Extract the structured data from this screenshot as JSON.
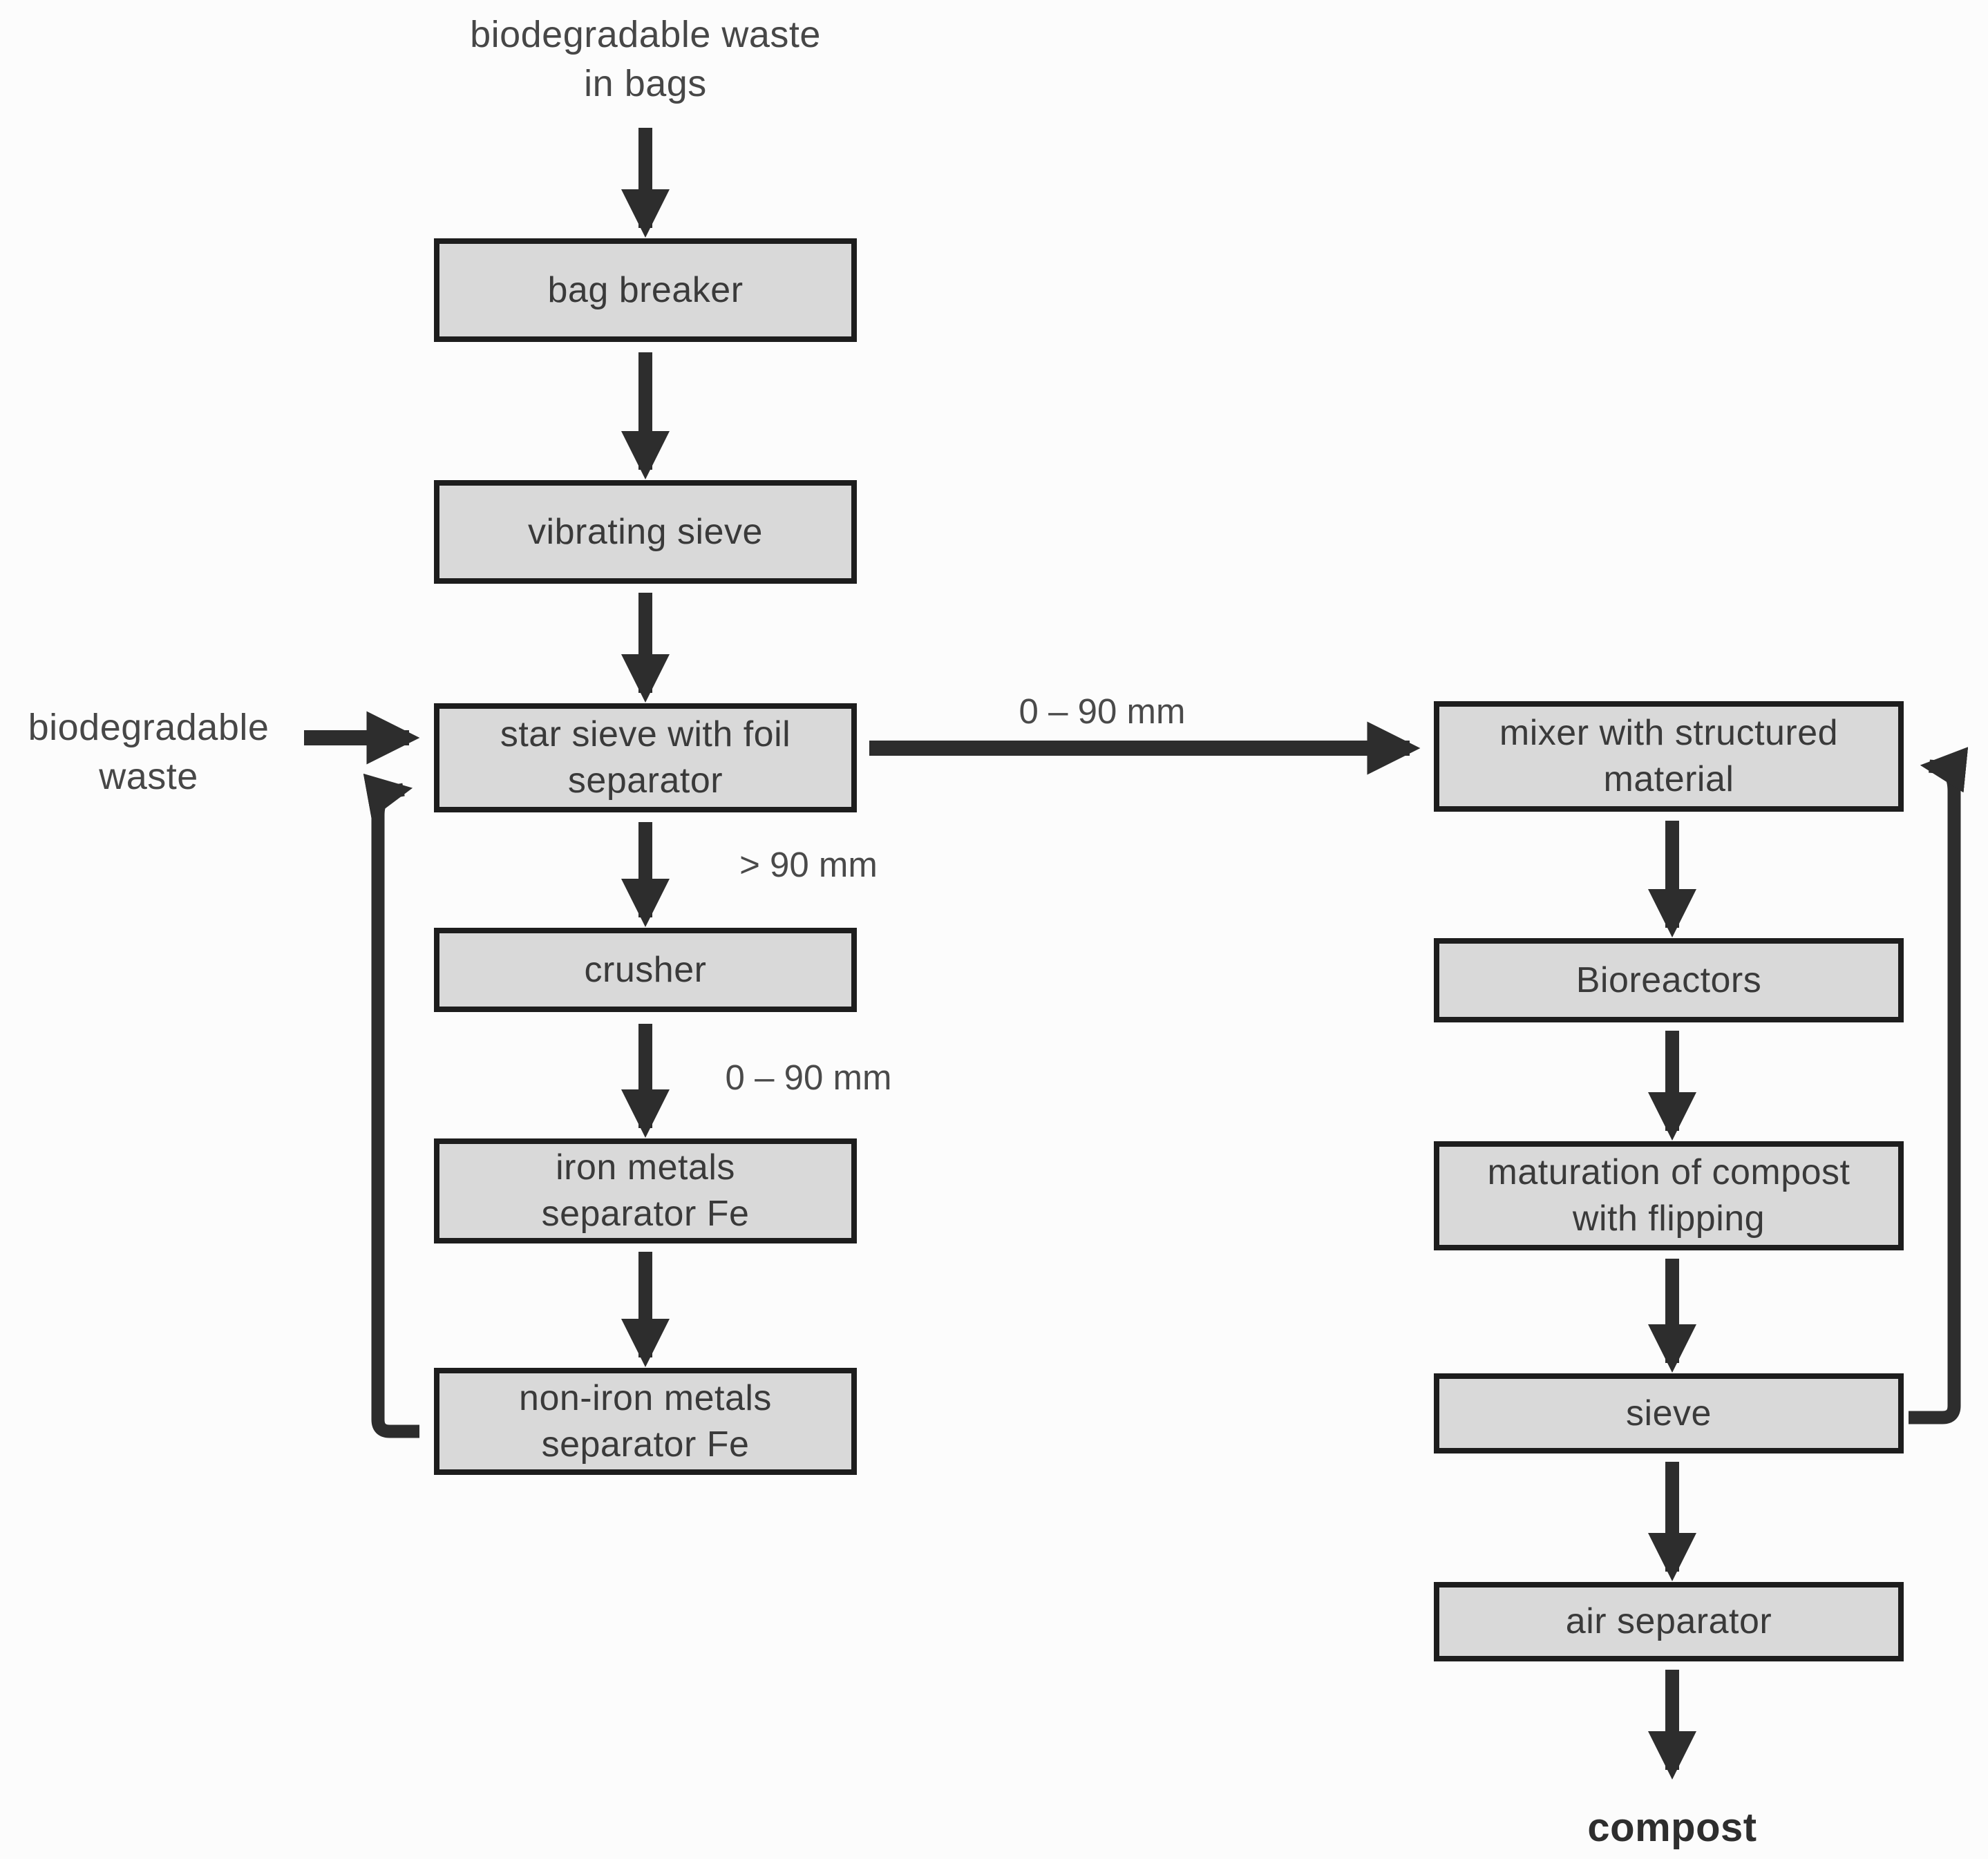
{
  "diagram": {
    "source_label": "biodegradable waste\nin bags",
    "side_input_label": "biodegradable\nwaste",
    "output_label": "compost",
    "boxes": {
      "bag_breaker": "bag breaker",
      "vibrating_sieve": "vibrating sieve",
      "star_sieve": "star sieve with foil\nseparator",
      "crusher": "crusher",
      "iron_metals": "iron metals\nseparator Fe",
      "non_iron_metals": "non-iron metals\nseparator Fe",
      "mixer": "mixer with structured\nmaterial",
      "bioreactors": "Bioreactors",
      "maturation": "maturation of compost\nwith flipping",
      "sieve": "sieve",
      "air_separator": "air separator"
    },
    "edge_labels": {
      "over_90": "> 90 mm",
      "zero_90_vertical": "0 – 90 mm",
      "zero_90_horizontal": "0 – 90 mm"
    },
    "colors": {
      "box_fill": "#d9d9d9",
      "box_border": "#1d1d1d",
      "arrow": "#2d2d2d",
      "text": "#3a3a3a",
      "background": "#fcfcfc"
    }
  }
}
